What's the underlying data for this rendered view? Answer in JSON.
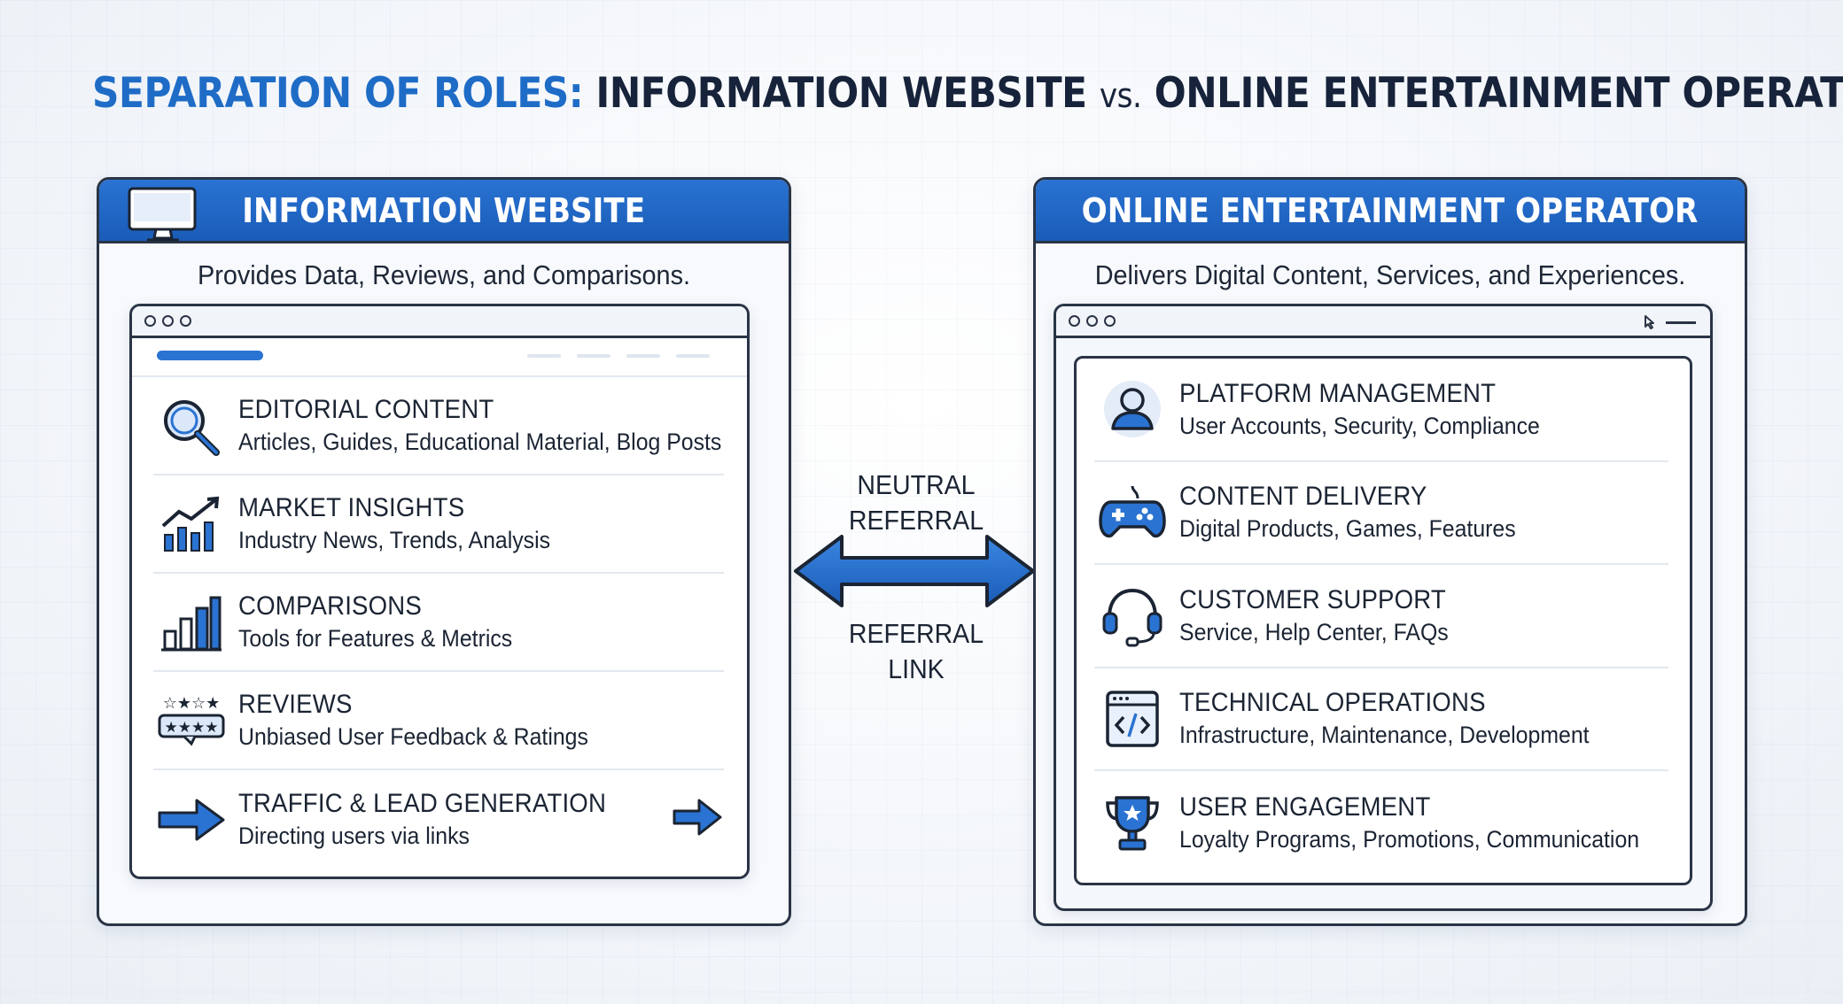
{
  "title": {
    "part1": "SEPARATION OF ROLES:",
    "part2": "INFORMATION WEBSITE",
    "vs": "vs.",
    "part3": "ONLINE ENTERTAINMENT OPERATOR"
  },
  "left_panel": {
    "title": "INFORMATION WEBSITE",
    "subtitle": "Provides Data, Reviews, and Comparisons.",
    "header_icon": "monitor-icon",
    "items": [
      {
        "title": "EDITORIAL CONTENT",
        "desc": "Articles, Guides, Educational Material, Blog Posts",
        "icon": "magnifier-icon"
      },
      {
        "title": "MARKET INSIGHTS",
        "desc": "Industry News, Trends, Analysis",
        "icon": "trend-chart-icon"
      },
      {
        "title": "COMPARISONS",
        "desc": "Tools for Features & Metrics",
        "icon": "bar-chart-icon"
      },
      {
        "title": "REVIEWS",
        "desc": "Unbiased User Feedback & Ratings",
        "icon": "star-rating-icon"
      },
      {
        "title": "TRAFFIC & LEAD GENERATION",
        "desc": "Directing users via links",
        "icon": "arrow-right-icon"
      }
    ]
  },
  "right_panel": {
    "title": "ONLINE ENTERTAINMENT OPERATOR",
    "subtitle": "Delivers Digital Content, Services, and Experiences.",
    "items": [
      {
        "title": "PLATFORM MANAGEMENT",
        "desc": "User Accounts, Security, Compliance",
        "icon": "user-icon"
      },
      {
        "title": "CONTENT DELIVERY",
        "desc": "Digital Products, Games, Features",
        "icon": "gamepad-icon"
      },
      {
        "title": "CUSTOMER SUPPORT",
        "desc": "Service, Help Center, FAQs",
        "icon": "headset-icon"
      },
      {
        "title": "TECHNICAL OPERATIONS",
        "desc": "Infrastructure, Maintenance, Development",
        "icon": "code-window-icon"
      },
      {
        "title": "USER ENGAGEMENT",
        "desc": "Loyalty Programs, Promotions, Communication",
        "icon": "trophy-icon"
      }
    ]
  },
  "center": {
    "top_label_1": "NEUTRAL",
    "top_label_2": "REFERRAL",
    "bottom_label_1": "REFERRAL",
    "bottom_label_2": "LINK",
    "arrow_icon": "double-arrow-icon"
  },
  "colors": {
    "accent": "#1f6cc7",
    "header": "#2a73d2",
    "ink": "#1b2433"
  }
}
